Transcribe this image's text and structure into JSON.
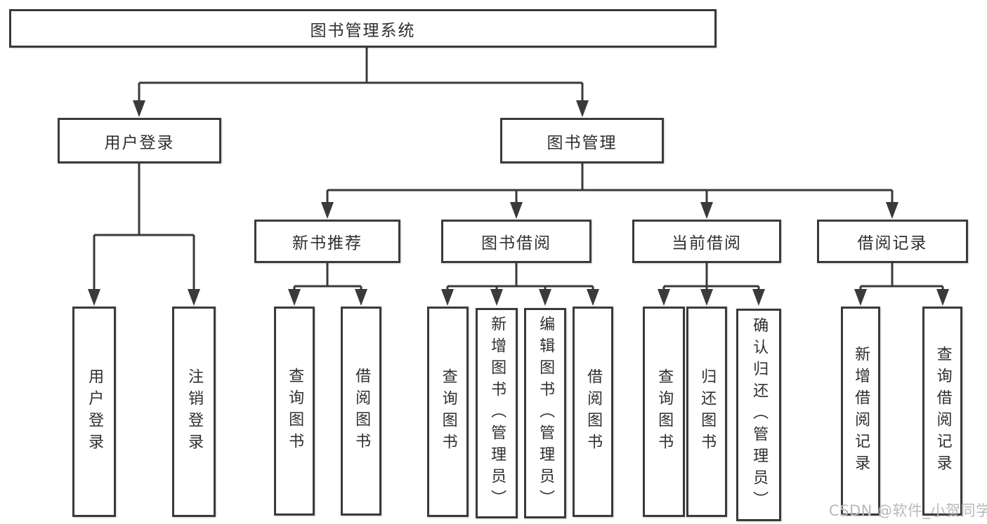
{
  "tree": {
    "root": "图书管理系统",
    "children": [
      {
        "label": "用户登录",
        "children": [
          {
            "label": "用户登录"
          },
          {
            "label": "注销登录"
          }
        ]
      },
      {
        "label": "图书管理",
        "children": [
          {
            "label": "新书推荐",
            "children": [
              {
                "label": "查询图书"
              },
              {
                "label": "借阅图书"
              }
            ]
          },
          {
            "label": "图书借阅",
            "children": [
              {
                "label": "查询图书"
              },
              {
                "label": "新增图书（管理员）"
              },
              {
                "label": "编辑图书（管理员）"
              },
              {
                "label": "借阅图书"
              }
            ]
          },
          {
            "label": "当前借阅",
            "children": [
              {
                "label": "查询图书"
              },
              {
                "label": "归还图书"
              },
              {
                "label": "确认归还（管理员）"
              }
            ]
          },
          {
            "label": "借阅记录",
            "children": [
              {
                "label": "新增借阅记录"
              },
              {
                "label": "查询借阅记录"
              }
            ]
          }
        ]
      }
    ]
  },
  "watermark": {
    "text": "CSDN @软件_小贺同学"
  },
  "colors": {
    "line": "#3a3a3a",
    "box_border": "#3a3a3a",
    "box_fill": "#ffffff",
    "text": "#2f2f2f",
    "watermark": "#b9b9b9",
    "background": "#ffffff"
  }
}
